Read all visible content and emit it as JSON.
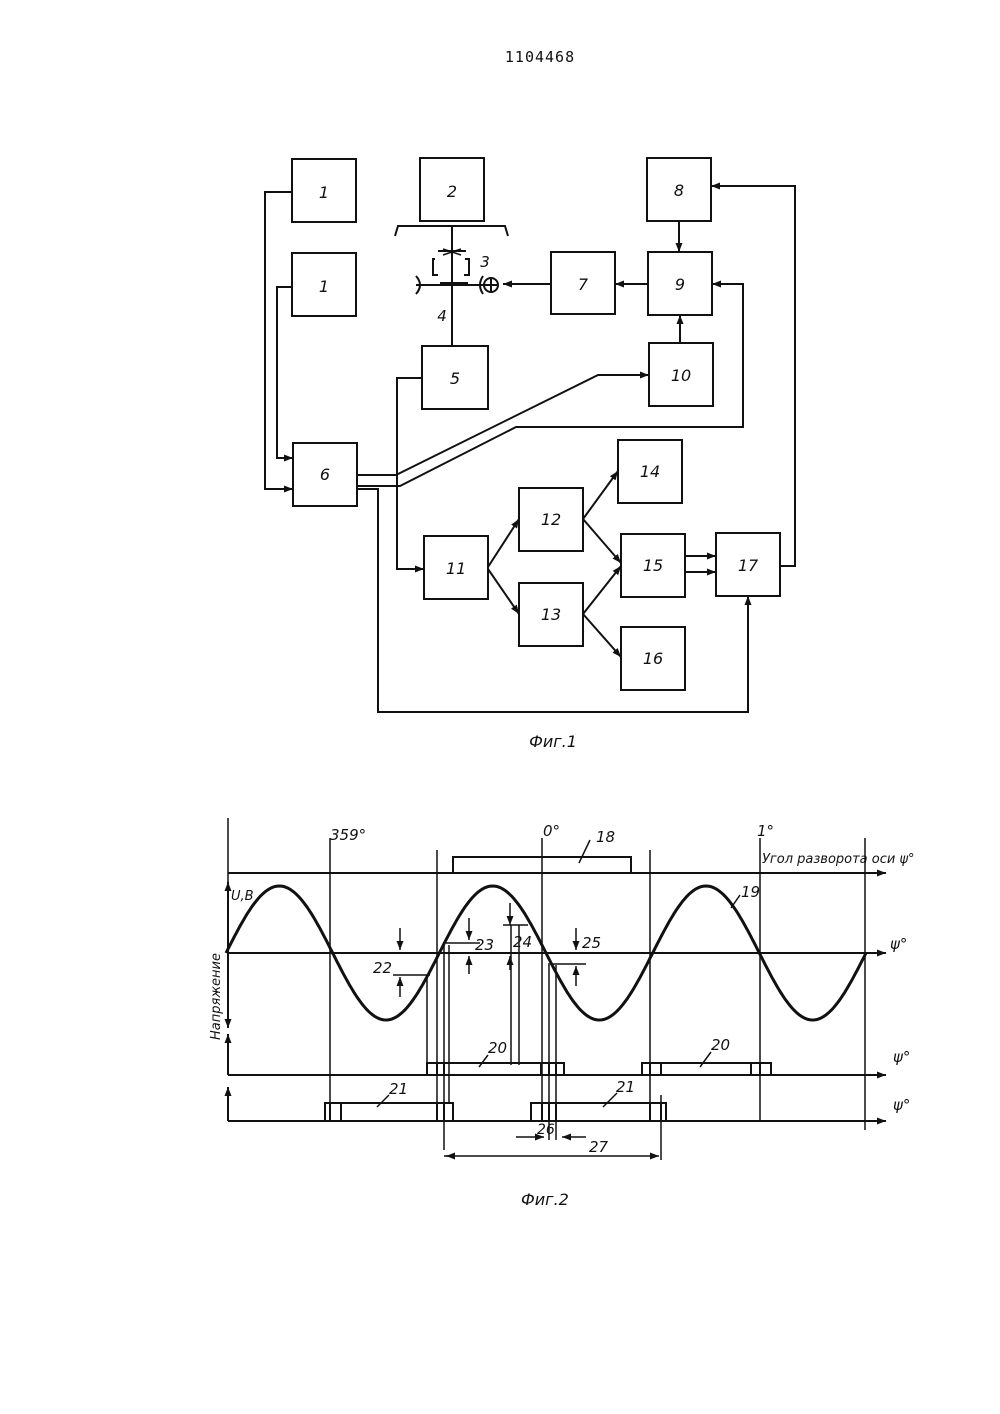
{
  "patent_number": "1104468",
  "figure1": {
    "caption": "Фиг.1",
    "blocks": [
      "1",
      "1",
      "2",
      "3",
      "4",
      "5",
      "6",
      "7",
      "8",
      "9",
      "10",
      "11",
      "12",
      "13",
      "14",
      "15",
      "16",
      "17"
    ]
  },
  "figure2": {
    "caption": "Фиг.2",
    "y_axis_label": "Напряжение",
    "y_axis_unit": "U,В",
    "top_axis_label": "Угол разворота оси ψ°",
    "phi_label": "ψ°",
    "angle_labels": [
      "359°",
      "0°",
      "1°"
    ],
    "callouts": [
      "18",
      "19",
      "20",
      "20",
      "21",
      "21",
      "22",
      "23",
      "24",
      "25",
      "26",
      "27"
    ]
  }
}
